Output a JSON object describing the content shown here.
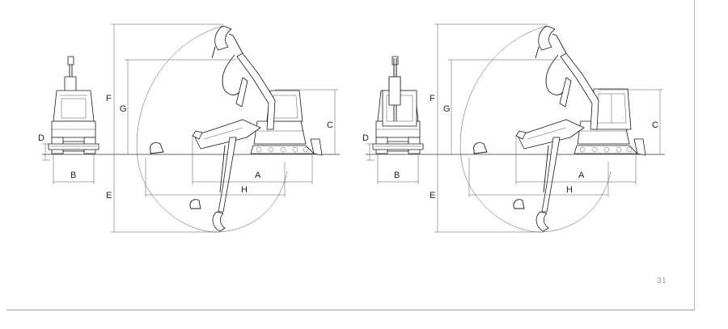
{
  "page_number": "31",
  "left_diagram": {
    "labels": {
      "A": "A",
      "B": "B",
      "C": "C",
      "D": "D",
      "E": "E",
      "F": "F",
      "G": "G",
      "H": "H"
    }
  },
  "right_diagram": {
    "labels": {
      "A": "A",
      "B": "B",
      "C": "C",
      "D": "D",
      "E": "E",
      "F": "F",
      "G": "G",
      "H": "H"
    }
  }
}
